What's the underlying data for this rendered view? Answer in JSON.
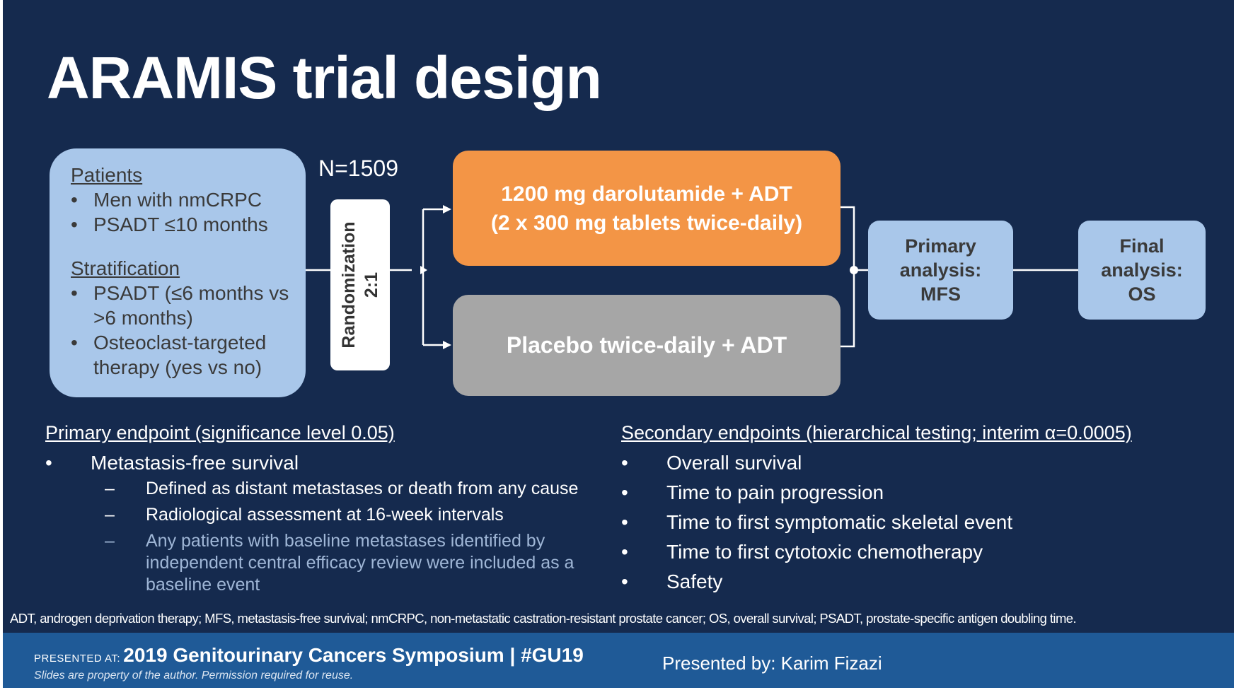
{
  "slide": {
    "title": "ARAMIS trial design"
  },
  "patients_box": {
    "heading": "Patients",
    "items": [
      "Men with nmCRPC",
      "PSADT ≤10 months"
    ],
    "strat_heading": "Stratification",
    "strat_items": [
      "PSADT (≤6 months vs >6 months)",
      "Osteoclast-targeted therapy (yes vs no)"
    ]
  },
  "n_label": "N=1509",
  "randomization": {
    "line1": "Randomization",
    "line2": "2:1"
  },
  "arms": {
    "arm1_line1": "1200 mg darolutamide + ADT",
    "arm1_line2": "(2 x 300 mg tablets twice-daily)",
    "arm2": "Placebo twice-daily + ADT"
  },
  "primary_analysis": {
    "line1": "Primary",
    "line2": "analysis:",
    "line3": "MFS"
  },
  "final_analysis": {
    "line1": "Final",
    "line2": "analysis:",
    "line3": "OS"
  },
  "primary_endpoint": {
    "heading": "Primary endpoint (significance level 0.05)",
    "bullet_marker": "•",
    "dash_marker": "–",
    "main": "Metastasis-free survival",
    "subs": [
      "Defined as distant metastases or death from any cause",
      "Radiological assessment at 16-week intervals",
      "Any patients with baseline metastases identified by independent central efficacy review were included as a baseline event"
    ]
  },
  "secondary_endpoints": {
    "heading": "Secondary endpoints (hierarchical testing; interim α=0.0005)",
    "items": [
      "Overall survival",
      "Time to pain progression",
      "Time to first symptomatic skeletal event",
      "Time to first cytotoxic chemotherapy",
      "Safety"
    ]
  },
  "footnote": "ADT, androgen deprivation therapy; MFS, metastasis-free survival; nmCRPC, non-metastatic castration-resistant prostate cancer; OS, overall survival; PSADT, prostate-specific antigen doubling time.",
  "banner": {
    "presented_at": "PRESENTED AT:",
    "symposium": "2019 Genitourinary Cancers Symposium  |  #GU19",
    "rights": "Slides are property of the author. Permission required for reuse.",
    "presenter": "Presented by: Karim Fizazi"
  },
  "colors": {
    "background": "#152a4e",
    "light_blue_box": "#a9c7ea",
    "orange_arm": "#f39546",
    "gray_arm": "#a6a6a6",
    "banner": "#1f5a97"
  }
}
